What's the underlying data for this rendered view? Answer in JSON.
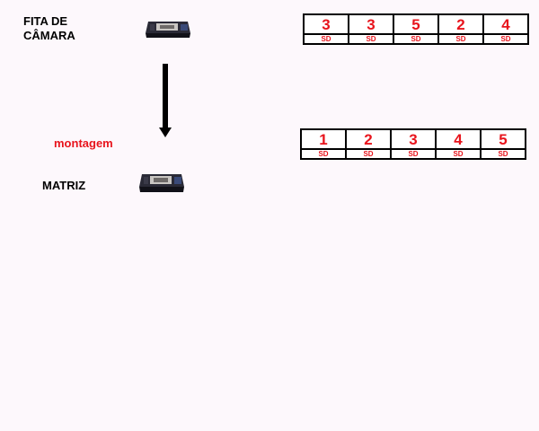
{
  "source": {
    "label_line1": "FITA DE",
    "label_line2": "CÂMARA",
    "clips": [
      {
        "number": "3",
        "format": "SD"
      },
      {
        "number": "3",
        "format": "SD"
      },
      {
        "number": "5",
        "format": "SD"
      },
      {
        "number": "2",
        "format": "SD"
      },
      {
        "number": "4",
        "format": "SD"
      }
    ]
  },
  "process": {
    "label": "montagem"
  },
  "master": {
    "label": "MATRIZ",
    "clips": [
      {
        "number": "1",
        "format": "SD"
      },
      {
        "number": "2",
        "format": "SD"
      },
      {
        "number": "3",
        "format": "SD"
      },
      {
        "number": "4",
        "format": "SD"
      },
      {
        "number": "5",
        "format": "SD"
      }
    ]
  },
  "colors": {
    "accent": "#e8141c",
    "background": "#fdf8fc",
    "text": "#000000"
  },
  "icons": {
    "tape": "vhs-cassette-icon",
    "arrow": "down-arrow-icon"
  }
}
